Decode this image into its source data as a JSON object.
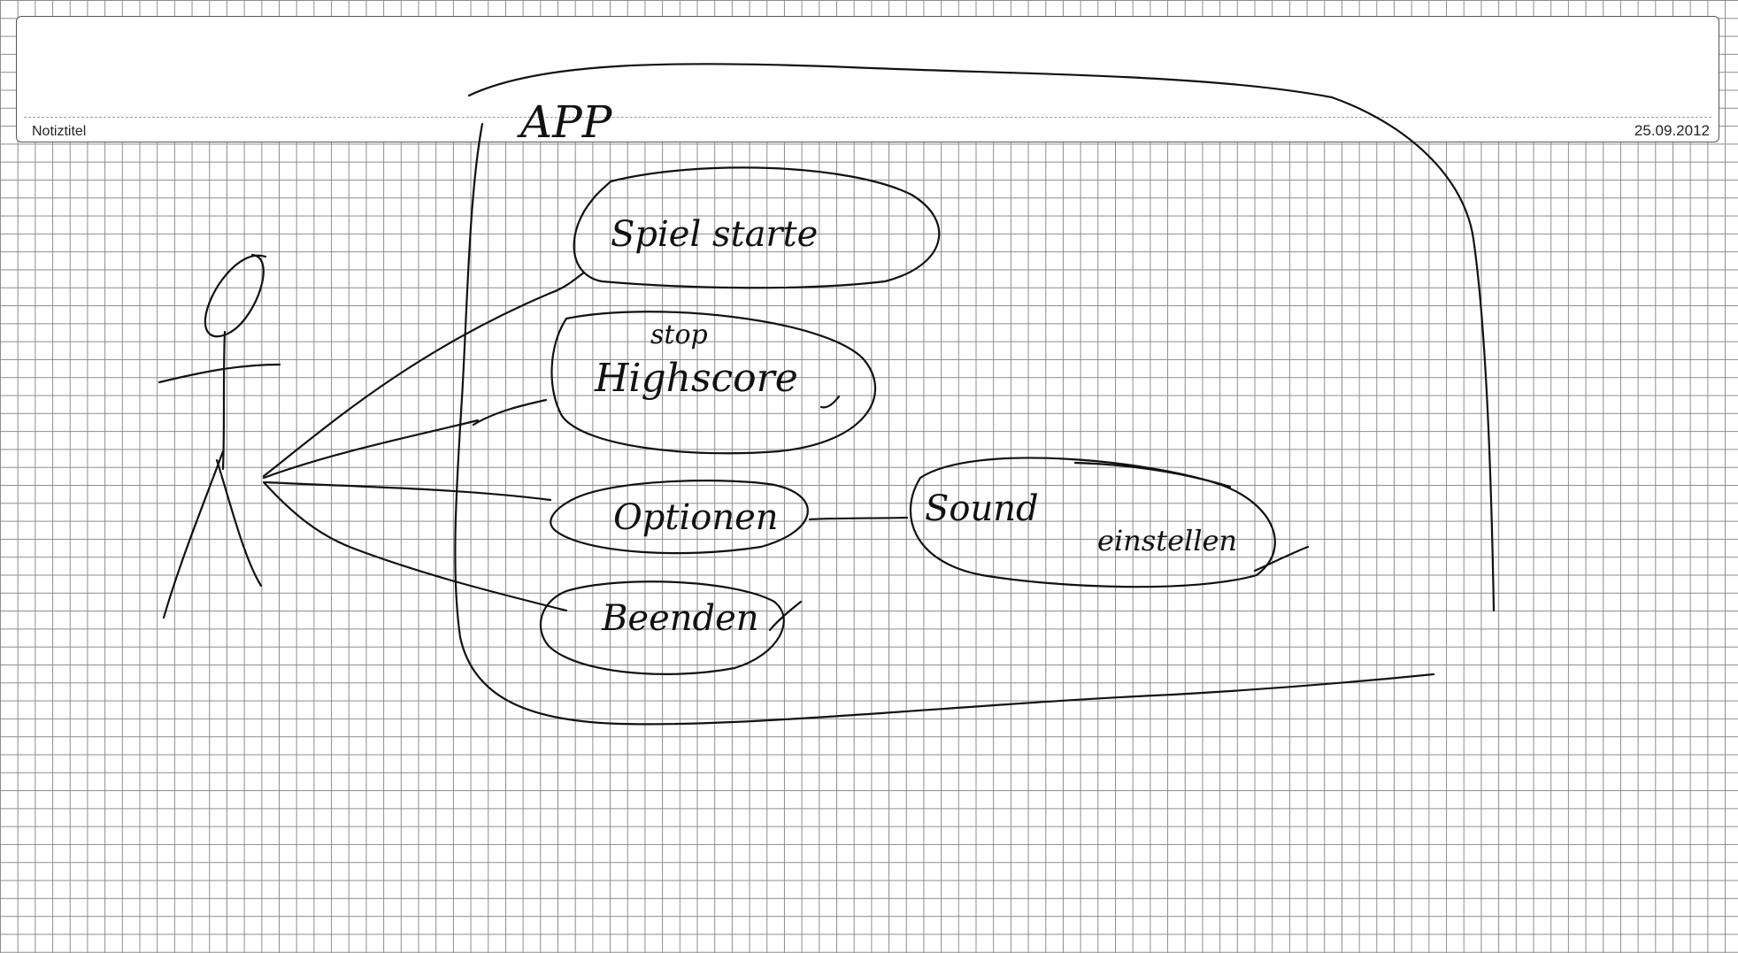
{
  "header": {
    "note_title": "Notiztitel",
    "date": "25.09.2012"
  },
  "diagram": {
    "system_label": "APP",
    "use_cases": {
      "spiel_starten": "Spiel starte",
      "highscore": "Highscore",
      "highscore_annotation": "stop",
      "optionen": "Optionen",
      "beenden": "Beenden",
      "sound_einstellen": "Sound",
      "sound_einstellen_suffix": "einstellen"
    }
  }
}
